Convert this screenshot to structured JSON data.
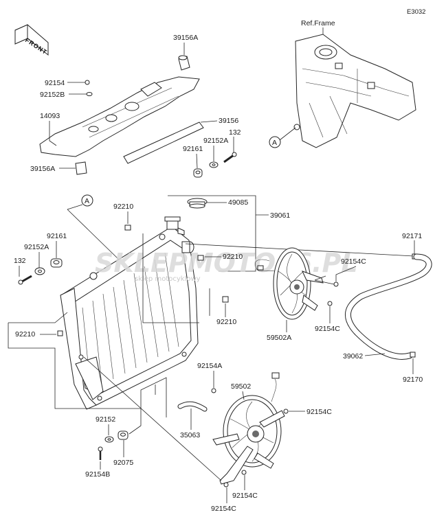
{
  "diagram": {
    "code": "E3032",
    "direction": "FRONT",
    "ref_frame": "Ref.Frame",
    "marker": "A",
    "watermark": "SKLEPMOTO46.PL",
    "watermark_sub": "sklep motocyklowy",
    "labels": [
      {
        "id": "l39156A_top",
        "text": "39156A"
      },
      {
        "id": "l92154",
        "text": "92154"
      },
      {
        "id": "l92152B",
        "text": "92152B"
      },
      {
        "id": "l14093",
        "text": "14093"
      },
      {
        "id": "l39156",
        "text": "39156"
      },
      {
        "id": "l132_top",
        "text": "132"
      },
      {
        "id": "l92152A_top",
        "text": "92152A"
      },
      {
        "id": "l92161_top",
        "text": "92161"
      },
      {
        "id": "l39156A_bot",
        "text": "39156A"
      },
      {
        "id": "l92210_a",
        "text": "92210"
      },
      {
        "id": "l49085",
        "text": "49085"
      },
      {
        "id": "l39061",
        "text": "39061"
      },
      {
        "id": "l92171",
        "text": "92171"
      },
      {
        "id": "l92161_left",
        "text": "92161"
      },
      {
        "id": "l92152A_left",
        "text": "92152A"
      },
      {
        "id": "l132_left",
        "text": "132"
      },
      {
        "id": "l92210_b",
        "text": "92210"
      },
      {
        "id": "l92154C_a",
        "text": "92154C"
      },
      {
        "id": "l92210_c",
        "text": "92210"
      },
      {
        "id": "l92154C_b",
        "text": "92154C"
      },
      {
        "id": "l92210_d",
        "text": "92210"
      },
      {
        "id": "l59502A",
        "text": "59502A"
      },
      {
        "id": "l39062",
        "text": "39062"
      },
      {
        "id": "l92170",
        "text": "92170"
      },
      {
        "id": "l92154A",
        "text": "92154A"
      },
      {
        "id": "l59502",
        "text": "59502"
      },
      {
        "id": "l92154C_c",
        "text": "92154C"
      },
      {
        "id": "l35063",
        "text": "35063"
      },
      {
        "id": "l92152",
        "text": "92152"
      },
      {
        "id": "l92075",
        "text": "92075"
      },
      {
        "id": "l92154B",
        "text": "92154B"
      },
      {
        "id": "l92154C_d",
        "text": "92154C"
      },
      {
        "id": "l92154C_e",
        "text": "92154C"
      }
    ]
  }
}
